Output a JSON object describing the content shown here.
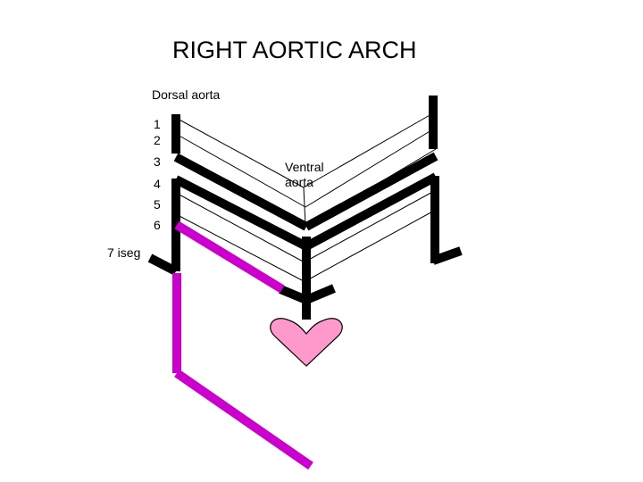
{
  "title": "RIGHT AORTIC ARCH",
  "labels": {
    "dorsal_aorta": "Dorsal aorta",
    "ventral_aorta": "Ventral\naorta",
    "arch_1": "1",
    "arch_2": "2",
    "arch_3": "3",
    "arch_4": "4",
    "arch_5": "5",
    "arch_6": "6",
    "intersegmental_7": "7 iseg"
  },
  "colors": {
    "vessel_black": "#000000",
    "vessel_magenta": "#cc00cc",
    "heart_fill": "#ff99cc",
    "thin_line": "#000000"
  },
  "icons": {
    "heart": "heart-icon"
  }
}
